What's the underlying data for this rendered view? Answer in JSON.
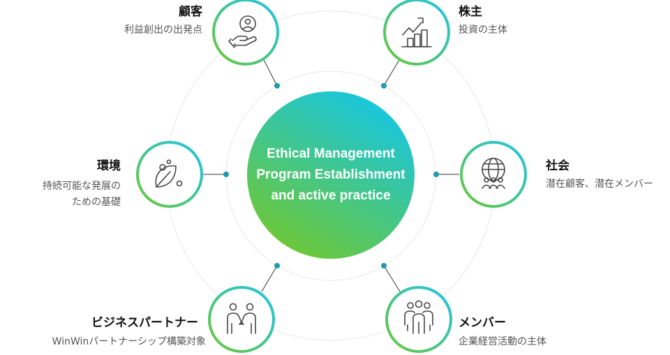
{
  "center": {
    "lines": [
      "Ethical Management",
      "Program Establishment",
      "and active practice"
    ]
  },
  "nodes": {
    "customer": {
      "title": "顧客",
      "desc": "利益創出の出発点",
      "icon": "hand-person-icon"
    },
    "shareholder": {
      "title": "株主",
      "desc": "投資の主体",
      "icon": "growth-chart-icon"
    },
    "society": {
      "title": "社会",
      "desc": "潜在顧客、潜在メンバー",
      "icon": "globe-people-icon"
    },
    "member": {
      "title": "メンバー",
      "desc": "企業経営活動の主体",
      "icon": "group-icon"
    },
    "partner": {
      "title": "ビジネスパートナー",
      "desc": "WinWinパートナーシップ構築対象",
      "icon": "handshake-icon"
    },
    "environment": {
      "title": "環境",
      "desc_lines": [
        "持続可能な発展の",
        "ための基礎"
      ],
      "icon": "leaf-icon"
    }
  },
  "colors": {
    "green": "#6CC83A",
    "cyan": "#1EC4E8",
    "dot": "#1E9BB0",
    "ring": "#E6E6E6"
  }
}
